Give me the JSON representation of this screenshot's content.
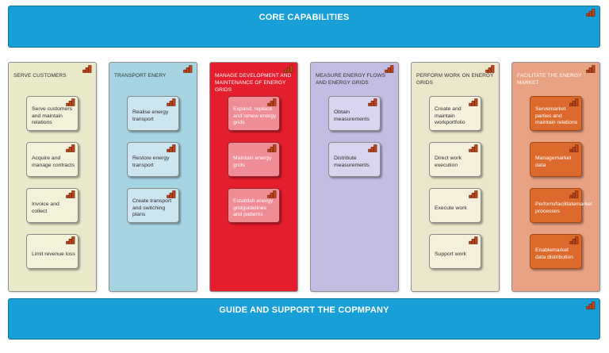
{
  "banners": {
    "top": {
      "label": "CORE CAPABILITIES"
    },
    "bottom": {
      "label": "GUIDE AND SUPPORT THE COPMPANY"
    }
  },
  "columns": [
    {
      "title": "SERVE CUSTOMERS",
      "items": [
        "Serve customers and maintain relations",
        "Acquire and manage contracts",
        "Invoice and collect",
        "Limit revenue loss"
      ]
    },
    {
      "title": "TRANSPORT ENERY",
      "items": [
        "Realise energy transport",
        "Restore energy transport",
        "Create transport and switching plans"
      ]
    },
    {
      "title": "MANAGE DEVELOPMENT AND MAINTENANCE OF ENERGY GRIDS",
      "items": [
        "Expand, replace and renew energy grids",
        "Maintain energy grids",
        "Establish energy gridguidelines and patterns"
      ]
    },
    {
      "title": "MEASURE ENERGY FLOWS AND ENERGY GRIDS",
      "items": [
        "Obtain measurements",
        "Distribute measurements"
      ]
    },
    {
      "title": "PERFORM WORK ON ENERGY GRIDS",
      "items": [
        "Create and maintain workportfolio",
        "Direct work execution",
        "Execute work",
        "Support work"
      ]
    },
    {
      "title": "FACILITATE THE ENERGY MARKET",
      "items": [
        "Servemarket parties and maintain relations",
        "Managemarket data",
        "Perform/facilitatemarket processes",
        "Enablemarket data distribution"
      ]
    }
  ],
  "icons": {
    "capability": "bar-chart-icon"
  },
  "colors": {
    "banner_blue": "#189fd7",
    "group_cream": "#eaeaca",
    "group_light_blue": "#a7d4e3",
    "group_red": "#e41e2d",
    "group_purple": "#c4bce2",
    "group_beige": "#ece6ca",
    "group_salmon": "#e9a184",
    "item_cream": "#f4f1da",
    "item_light_blue": "#cde5ef",
    "item_pink": "#ef8d97",
    "item_purple": "#dad4ee",
    "item_beige": "#f4f0dc",
    "item_orange": "#dc6a2c",
    "icon_bar_red": "#c2451c"
  }
}
